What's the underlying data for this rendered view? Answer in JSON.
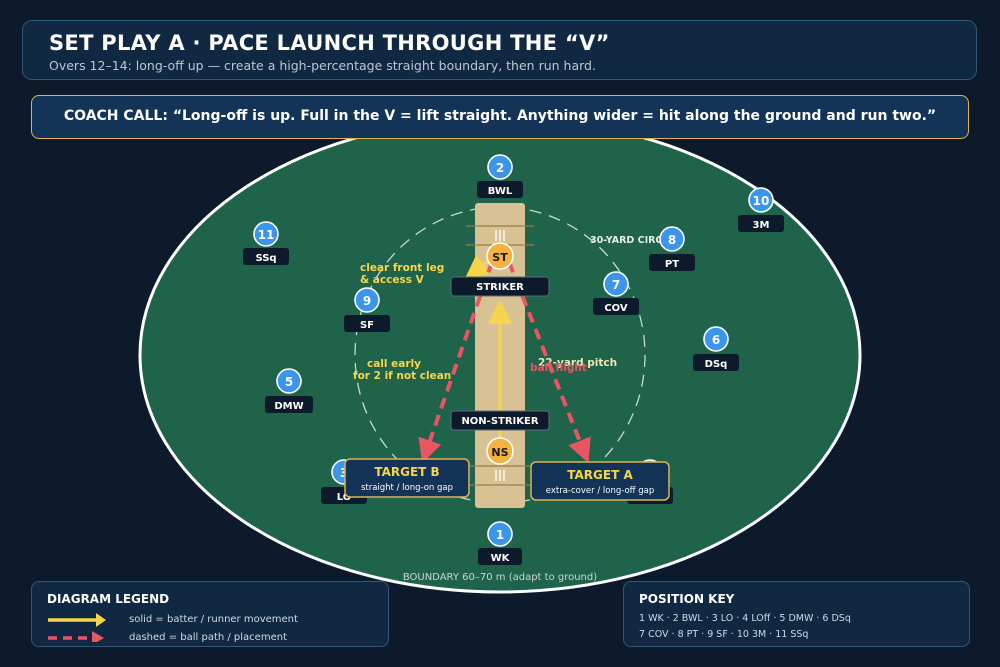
{
  "header": {
    "title": "SET PLAY A · PACE LAUNCH THROUGH THE “V”",
    "subtitle": "Overs 12–14: long-off up — create a high-percentage straight boundary, then run hard."
  },
  "coach_call": "COACH CALL: “Long-off is up. Full in the V = lift straight. Anything wider = hit along the ground and run two.”",
  "colors": {
    "field": "#1f634a",
    "pitch": "#d8c293",
    "fielder": "#3b95ea",
    "batter": "#f4b240",
    "solid_arrow": "#f7d54a",
    "ball_path": "#e95563",
    "accent": "#e0b252"
  },
  "field": {
    "circle_label": "30-YARD CIRCLE",
    "pitch_label": "22-yard pitch",
    "boundary_label": "BOUNDARY 60–70 m (adapt to ground)"
  },
  "fielders": [
    {
      "num": "1",
      "label": "WK"
    },
    {
      "num": "2",
      "label": "BWL"
    },
    {
      "num": "3",
      "label": "LO"
    },
    {
      "num": "4",
      "label": "LOff"
    },
    {
      "num": "5",
      "label": "DMW"
    },
    {
      "num": "6",
      "label": "DSq"
    },
    {
      "num": "7",
      "label": "COV"
    },
    {
      "num": "8",
      "label": "PT"
    },
    {
      "num": "9",
      "label": "SF"
    },
    {
      "num": "10",
      "label": "3M"
    },
    {
      "num": "11",
      "label": "SSq"
    }
  ],
  "batters": {
    "striker": {
      "badge": "ST",
      "label": "STRIKER"
    },
    "non_striker": {
      "badge": "NS",
      "label": "NON-STRIKER"
    }
  },
  "annotations": {
    "front_leg": [
      "clear front leg",
      "& access V"
    ],
    "call_early": [
      "call early",
      "for 2 if not clean"
    ],
    "ball_flight": "ball flight"
  },
  "targets": {
    "a": {
      "title": "TARGET A",
      "sub": "extra-cover / long-off gap"
    },
    "b": {
      "title": "TARGET B",
      "sub": "straight / long-on gap"
    }
  },
  "legend": {
    "title": "DIAGRAM LEGEND",
    "solid": "solid = batter / runner movement",
    "dashed": "dashed = ball path / placement"
  },
  "position_key": {
    "title": "POSITION KEY",
    "line1": "1 WK · 2 BWL · 3 LO · 4 LOff · 5 DMW · 6 DSq",
    "line2": "7 COV · 8 PT · 9 SF · 10 3M · 11 SSq"
  }
}
